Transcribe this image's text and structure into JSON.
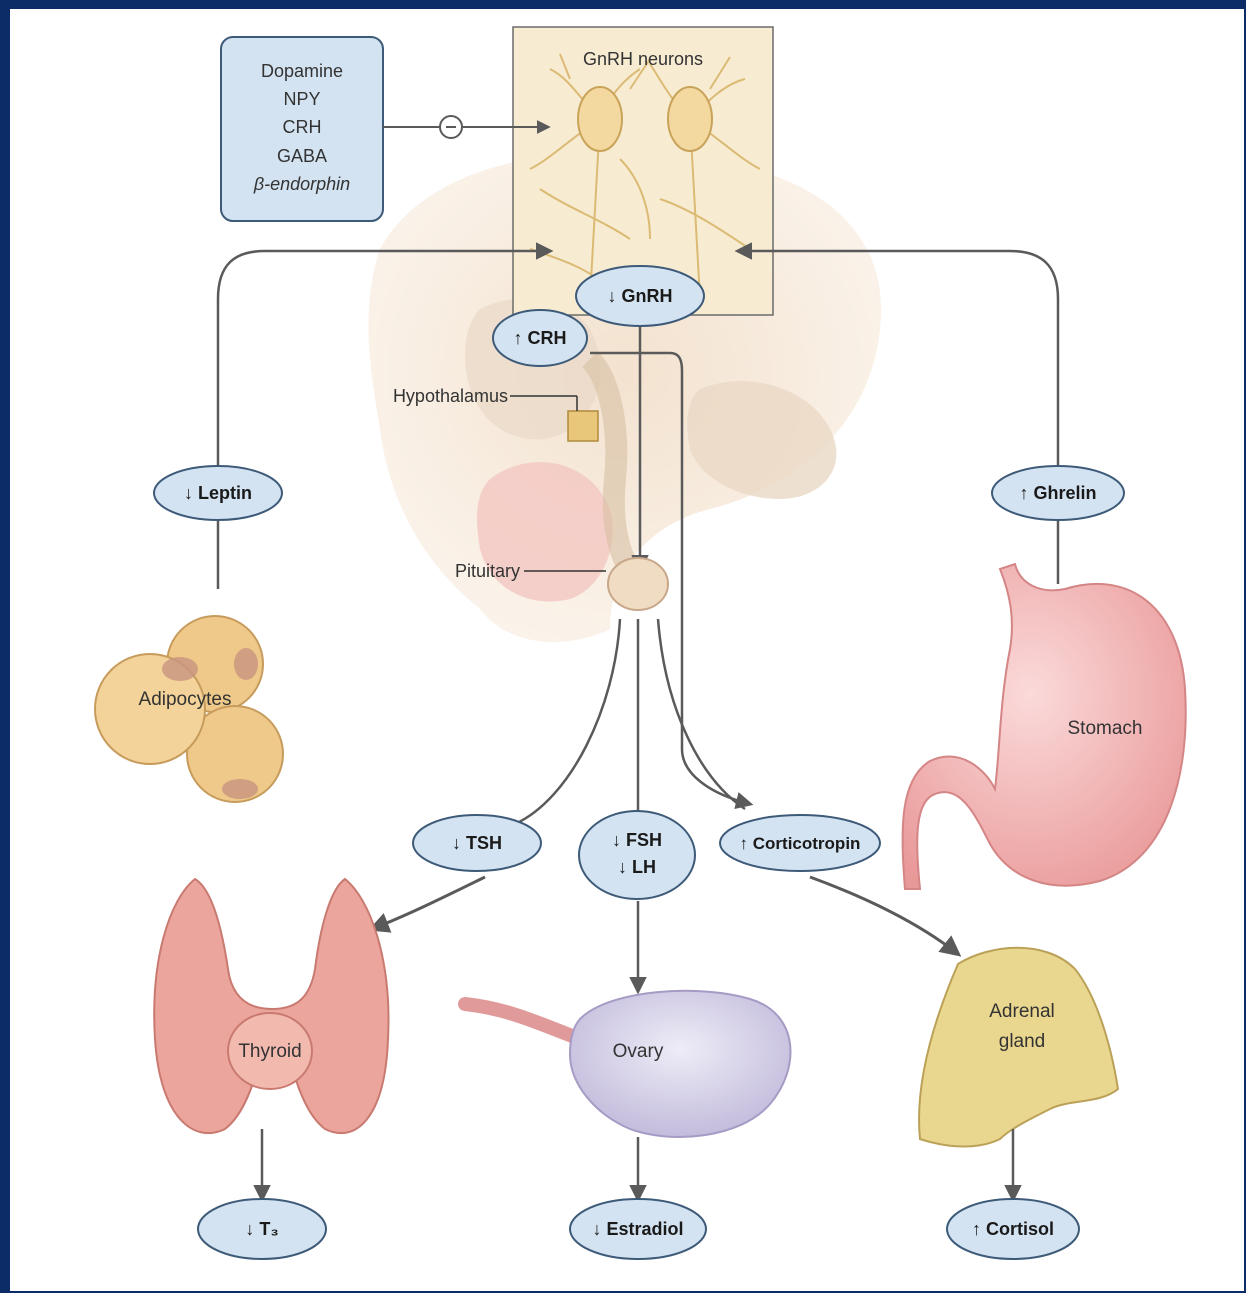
{
  "inhibitors": [
    "Dopamine",
    "NPY",
    "CRH",
    "GABA",
    "β-endorphin"
  ],
  "inhibit_sign": "⊖",
  "labels": {
    "gnrh_neurons": "GnRH neurons",
    "hypothalamus": "Hypothalamus",
    "pituitary": "Pituitary",
    "adipocytes": "Adipocytes",
    "stomach": "Stomach",
    "thyroid": "Thyroid",
    "ovary": "Ovary",
    "adrenal_line1": "Adrenal",
    "adrenal_line2": "gland"
  },
  "hormones": {
    "gnrh": "↓ GnRH",
    "crh": "↑ CRH",
    "leptin": "↓ Leptin",
    "ghrelin": "↑ Ghrelin",
    "tsh": "↓ TSH",
    "fsh": "↓ FSH",
    "lh": "↓ LH",
    "corticotropin": "↑ Corticotropin",
    "t3": "↓ T₃",
    "estradiol": "↓ Estradiol",
    "cortisol": "↑ Cortisol"
  },
  "colors": {
    "frame": "#0b2c66",
    "oval_fill": "#d4e3f1",
    "oval_stroke": "#3d5a78",
    "arrow": "#5a5a5a",
    "adipocyte": "#efc98a",
    "stomach": "#f0a9a9",
    "thyroid": "#eba59c",
    "ovary": "#d9d5ea",
    "adrenal": "#ead78f"
  }
}
